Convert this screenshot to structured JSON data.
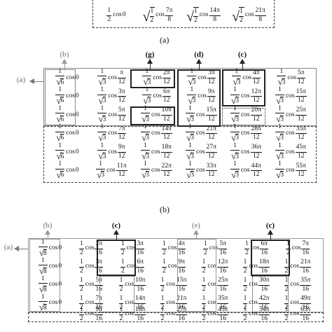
{
  "captions": {
    "a": "(a)",
    "b": "(b)"
  },
  "top_matrix": {
    "top_partial": [
      "2",
      "√2 ... 8",
      "√2 ... 8",
      "√2 ... 8"
    ],
    "row": [
      {
        "coef": "1/2",
        "arg": "0"
      },
      {
        "coef": "√(1/2)",
        "arg": "7π/8"
      },
      {
        "coef": "√(1/2)",
        "arg": "14π/8"
      },
      {
        "coef": "√(1/2)",
        "arg": "21π/8"
      }
    ]
  },
  "matrix_b": {
    "labels": {
      "a": "(a)",
      "b": "(b)",
      "g": "(g)",
      "d": "(d)",
      "c": "(c)"
    },
    "rows": [
      [
        "1/√6|0",
        "1/√3|π/12",
        "1/√3|2π/12",
        "1/√3|3π/12",
        "1/√3|4π/12",
        "1/√3|5π/12"
      ],
      [
        "1/√6|0",
        "1/√3|3π/12",
        "1/√3|6π/12",
        "1/√3|9π/12",
        "1/√3|12π/12",
        "1/√3|15π/12"
      ],
      [
        "1/√6|0",
        "1/√3|5π/12",
        "1/√3|10π/12",
        "1/√3|15π/12",
        "1/√3|20π/12",
        "1/√3|25π/12"
      ],
      [
        "1/√6|0",
        "1/√3|7π/12",
        "1/√3|14π/12",
        "1/√3|21π/12",
        "1/√3|28π/12",
        "1/√3|35π/12"
      ],
      [
        "1/√6|0",
        "1/√3|9π/12",
        "1/√3|18π/12",
        "1/√3|27π/12",
        "1/√3|36π/12",
        "1/√3|45π/12"
      ],
      [
        "1/√6|0",
        "1/√3|11π/12",
        "1/√3|22π/12",
        "1/√3|33π/12",
        "1/√3|44π/12",
        "1/√3|55π/12"
      ]
    ]
  },
  "matrix_c": {
    "labels": {
      "a": "(a)",
      "b": "(b)",
      "c1": "(c)",
      "e": "(e)",
      "c2": "(c)"
    },
    "rows": [
      [
        "1/√8|0",
        "1/2|2π/16",
        "1/2|3π/16",
        "1/2|4π/16",
        "1/2|5π/16",
        "1/2|6π/16",
        "1/2|7π/16"
      ],
      [
        "1/√8|0",
        "1/2|3π/16",
        "1/2|6π/16",
        "1/2|9π/16",
        "1/2|12π/16",
        "1/2|18π/16",
        "1/2|21π/16"
      ],
      [
        "1/√8|0",
        "1/2|5π/16",
        "1/2|10π/16",
        "1/2|15π/16",
        "1/2|25π/16",
        "1/2|30π/16",
        "1/2|35π/16"
      ],
      [
        "1/√8|0",
        "1/2|7π/16",
        "1/2|14π/16",
        "1/2|21π/16",
        "1/2|35π/16",
        "1/2|42π/16",
        "1/2|49π/16"
      ],
      [
        "",
        "1/2|9π/16",
        "1/2|18π/16",
        "1/2|27π/16",
        "1/2|45π/16",
        "1/2|54π/16",
        "1/2|63π/16"
      ]
    ]
  }
}
